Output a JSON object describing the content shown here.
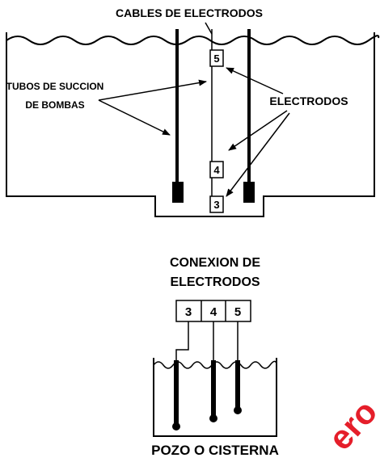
{
  "top_diagram": {
    "cables_label": "CABLES DE ELECTRODOS",
    "tubes_label_line1": "TUBOS DE SUCCION",
    "tubes_label_line2": "DE BOMBAS",
    "electrodes_label": "ELECTRODOS",
    "electrode_numbers": [
      "5",
      "4",
      "3"
    ]
  },
  "bottom_diagram": {
    "connection_title_line1": "CONEXION DE",
    "connection_title_line2": "ELECTRODOS",
    "terminals": [
      "3",
      "4",
      "5"
    ],
    "well_label": "POZO O CISTERNA"
  },
  "watermark": {
    "text": "ero",
    "color": "#e30613"
  }
}
